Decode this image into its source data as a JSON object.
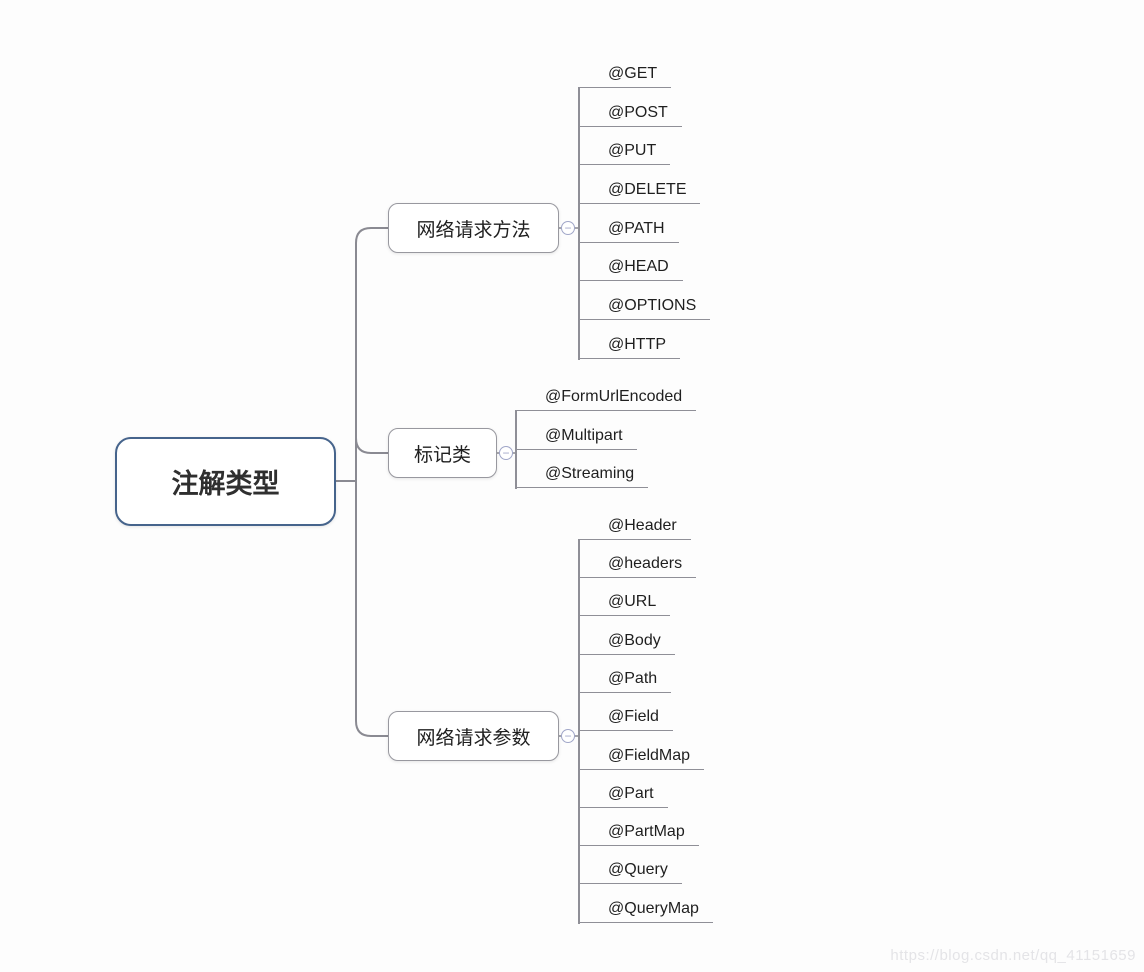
{
  "root": {
    "label": "注解类型"
  },
  "branches": [
    {
      "label": "网络请求方法",
      "children": [
        "@GET",
        "@POST",
        "@PUT",
        "@DELETE",
        "@PATH",
        "@HEAD",
        "@OPTIONS",
        "@HTTP"
      ]
    },
    {
      "label": "标记类",
      "children": [
        "@FormUrlEncoded",
        "@Multipart",
        "@Streaming"
      ]
    },
    {
      "label": "网络请求参数",
      "children": [
        "@Header",
        "@headers",
        "@URL",
        "@Body",
        "@Path",
        "@Field",
        "@FieldMap",
        "@Part",
        "@PartMap",
        "@Query",
        "@QueryMap"
      ]
    }
  ],
  "icons": {
    "collapse": "−"
  },
  "watermark": "https://blog.csdn.net/qq_41151659",
  "colors": {
    "root_border": "#46648c",
    "branch_border": "#98989f",
    "line": "#8f8f97",
    "toggle": "#a0a6c8",
    "text": "#1f1f1f",
    "watermark": "#e4e4e7"
  }
}
